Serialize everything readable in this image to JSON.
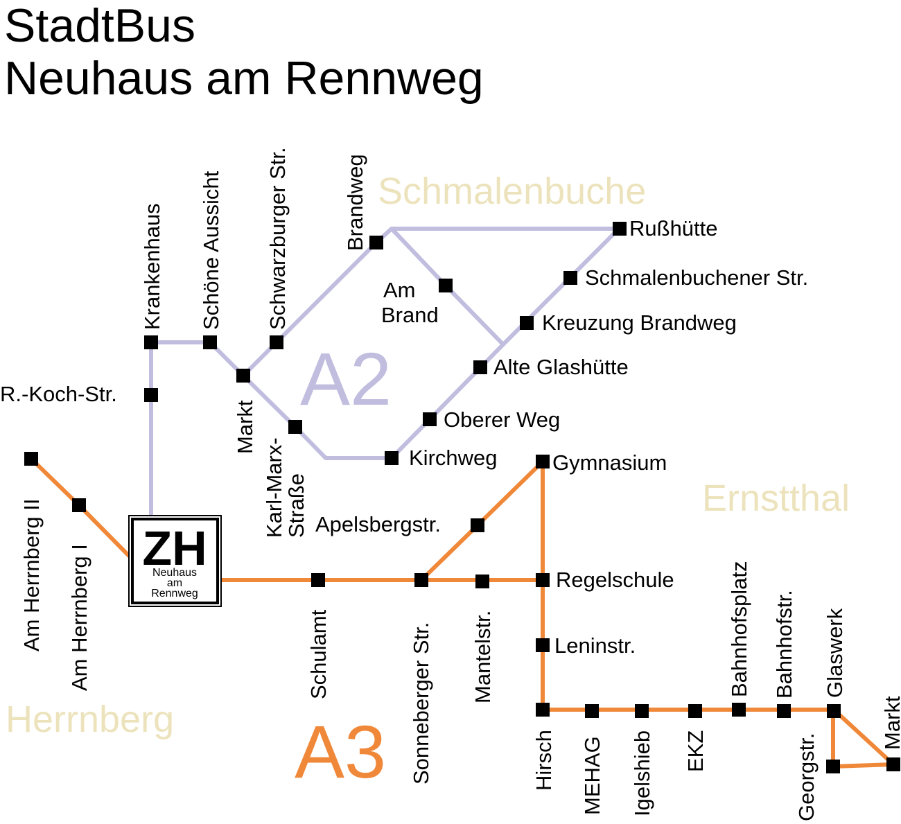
{
  "title": {
    "line1": "StadtBus",
    "line2": "Neuhaus am Rennweg"
  },
  "colors": {
    "line_a2": "#c0bddf",
    "line_a3": "#f0883a",
    "area": "#ece3bc",
    "stop": "#000000"
  },
  "lines": {
    "a2": "A2",
    "a3": "A3"
  },
  "areas": {
    "schmalenbuche": "Schmalenbuche",
    "ernstthal": "Ernstthal",
    "herrnberg": "Herrnberg"
  },
  "terminal": {
    "code": "ZH",
    "name_line1": "Neuhaus",
    "name_line2": "am",
    "name_line3": "Rennweg"
  },
  "stops": {
    "krankenhaus": "Krankenhaus",
    "schoene_aussicht": "Schöne Aussicht",
    "schwarzburger_str": "Schwarzburger Str.",
    "brandweg": "Brandweg",
    "russhuette": "Rußhütte",
    "schmalenbuchener_str": "Schmalenbuchener Str.",
    "am_brand_1": "Am",
    "am_brand_2": "Brand",
    "kreuzung_brandweg": "Kreuzung Brandweg",
    "alte_glashuette": "Alte Glashütte",
    "r_koch_str": "R.-Koch-Str.",
    "markt_a2": "Markt",
    "karl_marx_1": "Karl-Marx-",
    "karl_marx_2": "Straße",
    "oberer_weg": "Oberer Weg",
    "kirchweg": "Kirchweg",
    "gymnasium": "Gymnasium",
    "am_herrnberg_2": "Am Herrnberg II",
    "am_herrnberg_1": "Am Herrnberg I",
    "apelsbergstr": "Apelsbergstr.",
    "regelschule": "Regelschule",
    "schulamt": "Schulamt",
    "sonneberger_str": "Sonneberger Str.",
    "mantelstr": "Mantelstr.",
    "leninstr": "Leninstr.",
    "bahnhofsplatz": "Bahnhofsplatz",
    "bahnhofstr": "Bahnhofstr.",
    "glaswerk": "Glaswerk",
    "hirsch": "Hirsch",
    "mehag": "MEHAG",
    "igelshieb": "Igelshieb",
    "ekz": "EKZ",
    "georgstr": "Georgstr.",
    "markt_a3": "Markt"
  }
}
